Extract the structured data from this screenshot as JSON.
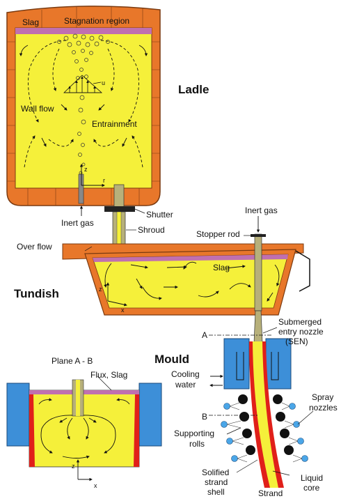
{
  "sections": {
    "ladle": "Ladle",
    "tundish": "Tundish",
    "mould": "Mould"
  },
  "labels": {
    "slag": "Slag",
    "stagnation_region": "Stagnation region",
    "wall_flow": "Wall flow",
    "entrainment": "Entrainment",
    "velocity_u": "u",
    "axis_z": "z",
    "axis_r": "r",
    "axis_x": "x",
    "inert_gas_ladle": "Inert gas",
    "shutter": "Shutter",
    "shroud": "Shroud",
    "inert_gas_top": "Inert gas",
    "stopper_rod": "Stopper rod",
    "over_flow": "Over flow",
    "tundish_slag": "Slag",
    "submerged_entry_nozzle": "Submerged",
    "submerged_entry_nozzle_2": "entry nozzle",
    "submerged_entry_nozzle_3": "(SEN)",
    "plane_a": "A",
    "plane_b": "B",
    "plane_ab": "Plane A - B",
    "flux_slag": "Flux, Slag",
    "cooling_water_1": "Cooling",
    "cooling_water_2": "water",
    "spray_nozzles_1": "Spray",
    "spray_nozzles_2": "nozzles",
    "supporting_rolls_1": "Supporting",
    "supporting_rolls_2": "rolls",
    "solidified_1": "Solified",
    "solidified_2": "strand",
    "solidified_3": "shell",
    "strand": "Strand",
    "liquid_core_1": "Liquid",
    "liquid_core_2": "core"
  },
  "colors": {
    "refractory": "#e8772a",
    "refractory_outline": "#7a3a10",
    "steel": "#f5f03a",
    "slag": "#c070b0",
    "mould_blue": "#3d8fd8",
    "shell_red": "#e0201a",
    "roll": "#111111",
    "nozzle": "#4aa6e8",
    "shroud": "#b7b07a"
  }
}
